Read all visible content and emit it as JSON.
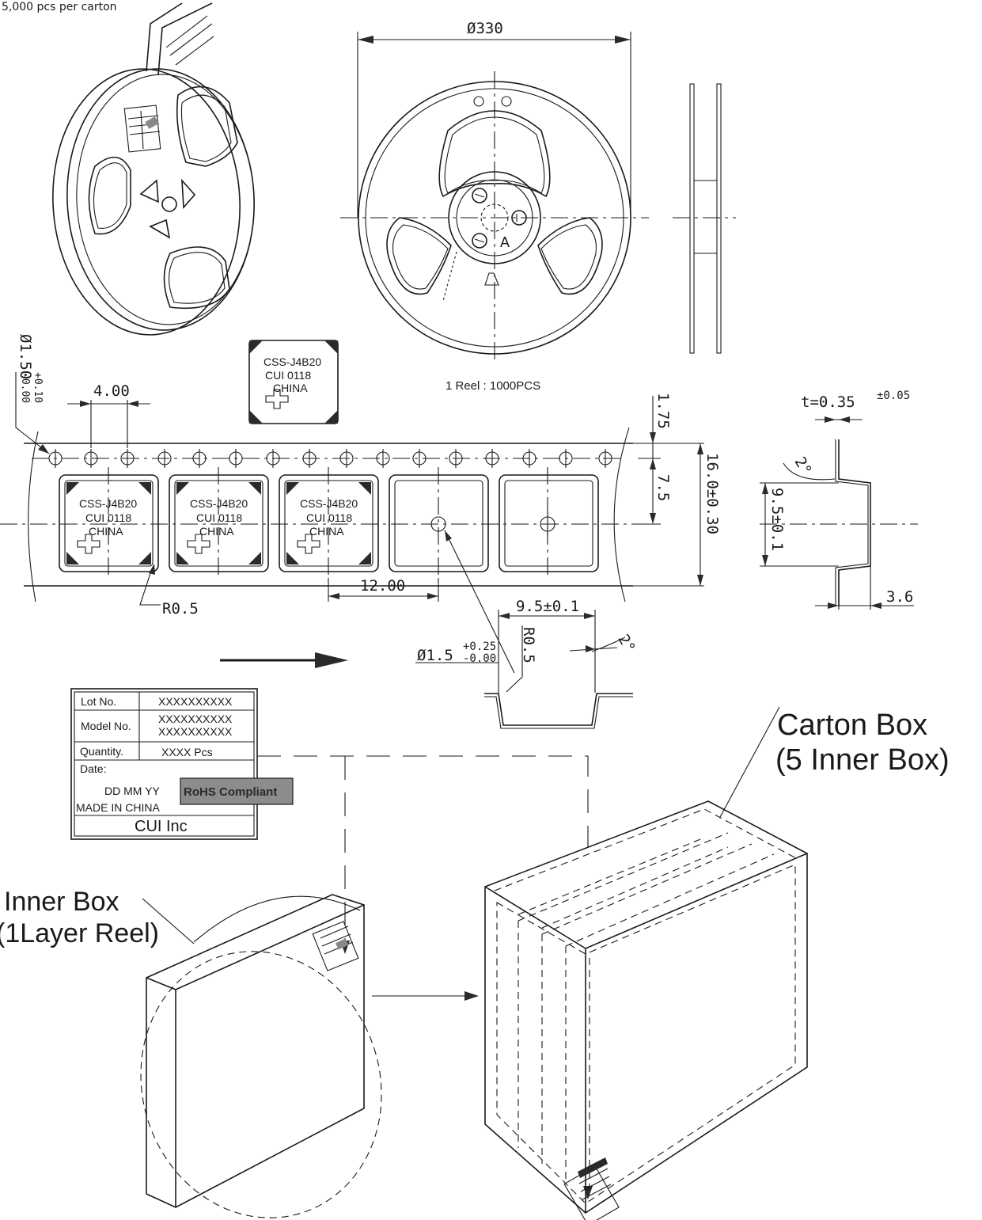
{
  "header_note": "5,000 pcs per carton",
  "reel_diameter": "Ø330",
  "reel_hub_label": "A",
  "reel_caption": "1 Reel : 1000PCS",
  "part_marking": {
    "line1": "CSS-J4B20",
    "line2": "CUI 0118",
    "line3": "CHINA"
  },
  "tape_dimensions": {
    "sprocket_hole": "Ø1.50",
    "sprocket_hole_tol_plus": "+0.10",
    "sprocket_hole_tol_minus": "-0.00",
    "hole_pitch": "4.00",
    "edge_to_hole": "1.75",
    "hole_to_center": "7.5",
    "tape_width": "16.0±0.30",
    "pocket_pitch": "12.00",
    "corner_radius": "R0.5",
    "pocket_hole": "Ø1.5",
    "pocket_hole_tol_plus": "+0.25",
    "pocket_hole_tol_minus": "-0.00"
  },
  "pocket_section": {
    "width": "9.5±0.1",
    "radius": "R0.5",
    "angle": "2°"
  },
  "side_section": {
    "thickness": "t=0.35",
    "thickness_tol": "±0.05",
    "height": "9.5±0.1",
    "angle": "2°",
    "depth": "3.6"
  },
  "label": {
    "lot_label": "Lot No.",
    "lot_value": "XXXXXXXXXX",
    "model_label": "Model No.",
    "model_value1": "XXXXXXXXXX",
    "model_value2": "XXXXXXXXXX",
    "quantity_label": "Quantity.",
    "quantity_value": "XXXX   Pcs",
    "date_label": "Date:",
    "date_value": "DD  MM  YY",
    "rohs": "RoHS Compliant",
    "made_in": "MADE IN CHINA",
    "company": "CUI  Inc"
  },
  "carton_box": {
    "line1": "Carton Box",
    "line2": "(5 Inner Box)"
  },
  "inner_box": {
    "line1": "Inner Box",
    "line2": "(1Layer Reel)"
  }
}
